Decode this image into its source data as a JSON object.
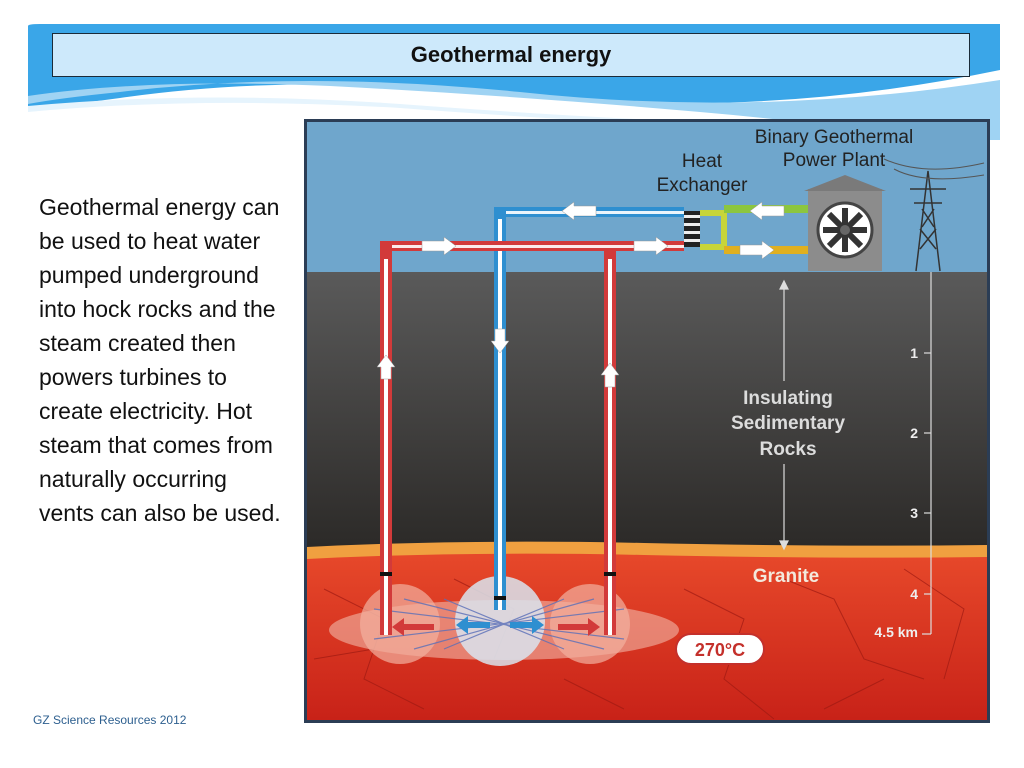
{
  "slide": {
    "title": "Geothermal energy",
    "body_text": "Geothermal energy can be used to heat water pumped underground into hock rocks and the steam created then powers turbines to create electricity. Hot steam that comes from naturally occurring vents can also be used.",
    "footer": "GZ Science Resources 2012"
  },
  "diagram": {
    "plant_label_line1": "Binary Geothermal",
    "plant_label_line2": "Power Plant",
    "exchanger_label_line1": "Heat",
    "exchanger_label_line2": "Exchanger",
    "rock_label_line1": "Insulating",
    "rock_label_line2": "Sedimentary",
    "rock_label_line3": "Rocks",
    "granite_label": "Granite",
    "temperature_label": "270°C",
    "depth_ticks": [
      "1",
      "2",
      "3",
      "4",
      "4.5 km"
    ],
    "colors": {
      "sky": "#6fa6cc",
      "sediment_top": "#5a5a5a",
      "sediment_bottom": "#2c2a28",
      "granite": "#e0321f",
      "hot_pipe": "#d23a3a",
      "cold_pipe": "#2e8fd0",
      "accent": "#3ba3e6"
    }
  }
}
